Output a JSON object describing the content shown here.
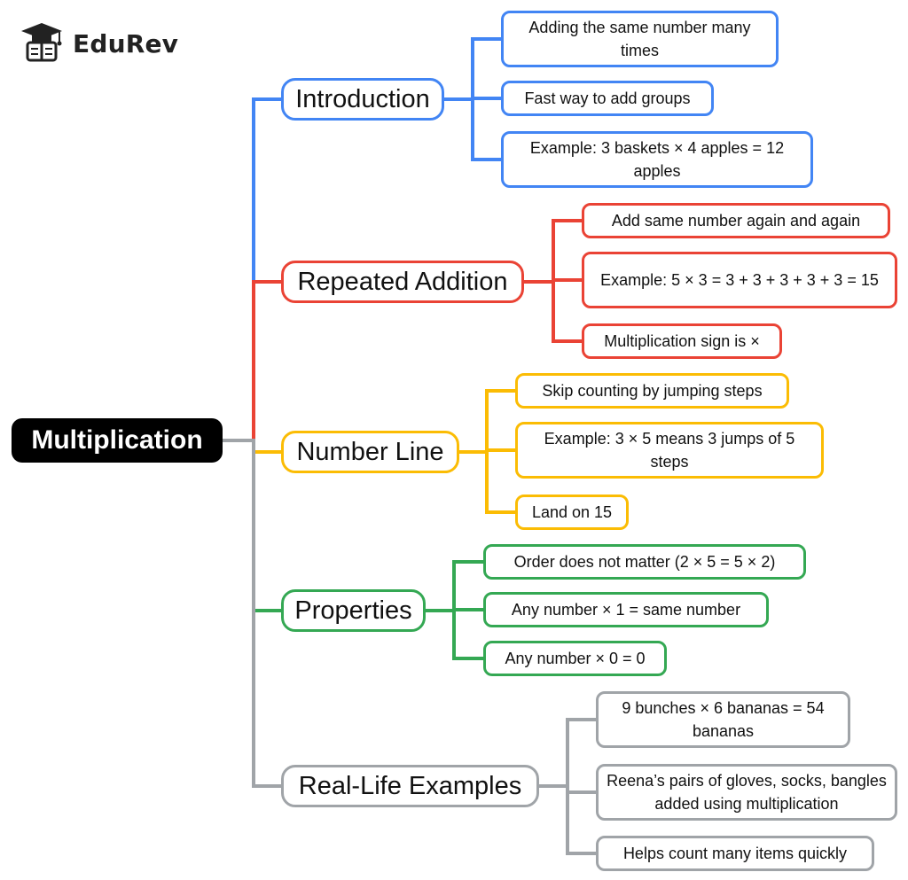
{
  "brand": {
    "name": "EduRev",
    "icon": "graduate-book-icon"
  },
  "colors": {
    "blue": "#4285f4",
    "red": "#ea4335",
    "yellow": "#fbbc04",
    "green": "#34a853",
    "gray": "#a0a4a8",
    "root_bg": "#000000"
  },
  "root": {
    "label": "Multiplication"
  },
  "branches": [
    {
      "label": "Introduction",
      "color": "blue",
      "leaves": [
        "Adding the same number many times",
        "Fast way to add groups",
        "Example: 3 baskets × 4 apples = 12 apples"
      ]
    },
    {
      "label": "Repeated Addition",
      "color": "red",
      "leaves": [
        "Add same number again and again",
        "Example: 5 × 3 = 3 + 3 + 3 + 3 + 3 = 15",
        "Multiplication sign is ×"
      ]
    },
    {
      "label": "Number Line",
      "color": "yellow",
      "leaves": [
        "Skip counting by jumping steps",
        "Example: 3 × 5 means 3 jumps of 5 steps",
        "Land on 15"
      ]
    },
    {
      "label": "Properties",
      "color": "green",
      "leaves": [
        "Order does not matter (2 × 5 = 5 × 2)",
        "Any number × 1 = same number",
        "Any number × 0 = 0"
      ]
    },
    {
      "label": "Real-Life Examples",
      "color": "gray",
      "leaves": [
        "9 bunches × 6 bananas = 54 bananas",
        "Reena’s pairs of gloves, socks, bangles added using multiplication",
        "Helps count many items quickly"
      ]
    }
  ]
}
